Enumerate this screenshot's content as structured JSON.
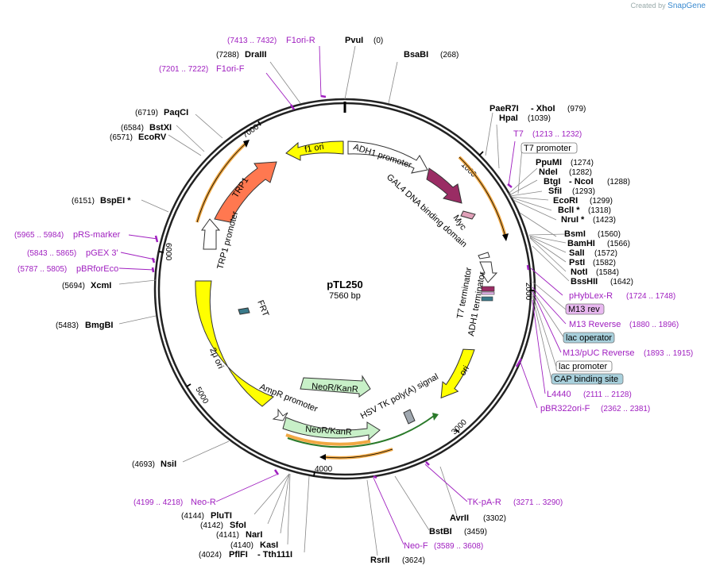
{
  "credit": {
    "prefix": "Created by",
    "brand": "SnapGene"
  },
  "plasmid": {
    "name": "pTL250",
    "length": "7560 bp"
  },
  "ticks": [
    "1000",
    "2000",
    "3000",
    "4000",
    "5000",
    "6000",
    "7000"
  ],
  "enzymes": [
    {
      "name": "PvuI",
      "pos": "(0)"
    },
    {
      "name": "BsaBI",
      "pos": "(268)"
    },
    {
      "name": "PaeR7I",
      "pos": ""
    },
    {
      "name": "- XhoI",
      "pos": "(979)"
    },
    {
      "name": "HpaI",
      "pos": "(1039)"
    },
    {
      "name": "PpuMI",
      "pos": "(1274)"
    },
    {
      "name": "NdeI",
      "pos": "(1282)"
    },
    {
      "name": "BtgI",
      "pos": ""
    },
    {
      "name": "- NcoI",
      "pos": "(1288)"
    },
    {
      "name": "SfiI",
      "pos": "(1293)"
    },
    {
      "name": "EcoRI",
      "pos": "(1299)"
    },
    {
      "name": "BclI *",
      "pos": "(1318)"
    },
    {
      "name": "NruI *",
      "pos": "(1423)"
    },
    {
      "name": "BsmI",
      "pos": "(1560)"
    },
    {
      "name": "BamHI",
      "pos": "(1566)"
    },
    {
      "name": "SalI",
      "pos": "(1572)"
    },
    {
      "name": "PstI",
      "pos": "(1582)"
    },
    {
      "name": "NotI",
      "pos": "(1584)"
    },
    {
      "name": "BssHII",
      "pos": "(1642)"
    },
    {
      "name": "AvrII",
      "pos": "(3302)"
    },
    {
      "name": "BstBI",
      "pos": "(3459)"
    },
    {
      "name": "RsrII",
      "pos": "(3624)"
    },
    {
      "name": "PflFI",
      "pos": "(4024)"
    },
    {
      "name": "- Tth111I",
      "pos": ""
    },
    {
      "name": "KasI",
      "pos": "(4140)"
    },
    {
      "name": "NarI",
      "pos": "(4141)"
    },
    {
      "name": "SfoI",
      "pos": "(4142)"
    },
    {
      "name": "PluTI",
      "pos": "(4144)"
    },
    {
      "name": "NsiI",
      "pos": "(4693)"
    },
    {
      "name": "BmgBI",
      "pos": "(5483)"
    },
    {
      "name": "XcmI",
      "pos": "(5694)"
    },
    {
      "name": "BspEI *",
      "pos": "(6151)"
    },
    {
      "name": "EcoRV",
      "pos": "(6571)"
    },
    {
      "name": "BstXI",
      "pos": "(6584)"
    },
    {
      "name": "PaqCI",
      "pos": "(6719)"
    },
    {
      "name": "DraIII",
      "pos": "(7288)"
    }
  ],
  "primers": [
    {
      "name": "F1ori-R",
      "pos": "(7413 .. 7432)"
    },
    {
      "name": "F1ori-F",
      "pos": "(7201 .. 7222)"
    },
    {
      "name": "T7",
      "pos": "(1213 .. 1232)"
    },
    {
      "name": "pHybLex-R",
      "pos": "(1724 .. 1748)"
    },
    {
      "name": "M13 Reverse",
      "pos": "(1880 .. 1896)"
    },
    {
      "name": "M13/pUC Reverse",
      "pos": "(1893 .. 1915)"
    },
    {
      "name": "L4440",
      "pos": "(2111 .. 2128)"
    },
    {
      "name": "pBR322ori-F",
      "pos": "(2362 .. 2381)"
    },
    {
      "name": "TK-pA-R",
      "pos": "(3271 .. 3290)"
    },
    {
      "name": "Neo-F",
      "pos": "(3589 .. 3608)"
    },
    {
      "name": "Neo-R",
      "pos": "(4199 .. 4218)"
    },
    {
      "name": "pRS-marker",
      "pos": "(5965 .. 5984)"
    },
    {
      "name": "pGEX 3'",
      "pos": "(5843 .. 5865)"
    },
    {
      "name": "pBRforEco",
      "pos": "(5787 .. 5805)"
    }
  ],
  "boxed_features": [
    {
      "name": "T7 promoter",
      "fill": "#ffffff"
    },
    {
      "name": "M13 rev",
      "fill": "#e8b8f0"
    },
    {
      "name": "lac operator",
      "fill": "#a8d0dc"
    },
    {
      "name": "lac promoter",
      "fill": "#ffffff"
    },
    {
      "name": "CAP binding site",
      "fill": "#a8d0dc"
    }
  ],
  "features": [
    {
      "name": "f1 ori",
      "color": "#ffff00"
    },
    {
      "name": "ADH1 promoter",
      "color": "#ffffff"
    },
    {
      "name": "GAL4 DNA binding domain",
      "color": "#9a2c64"
    },
    {
      "name": "Myc",
      "color": "#e0a0b8"
    },
    {
      "name": "T7 terminator",
      "color": "#ffffff"
    },
    {
      "name": "ADH1 terminator",
      "color": "#ffffff"
    },
    {
      "name": "ori",
      "color": "#ffff00"
    },
    {
      "name": "HSV TK poly(A) signal",
      "color": "#a0a8b0"
    },
    {
      "name": "NeoR/KanR",
      "color": "#c8f0c8"
    },
    {
      "name": "AmpR promoter",
      "color": "#ffffff"
    },
    {
      "name": "2μ ori",
      "color": "#ffff00"
    },
    {
      "name": "FRT",
      "color": "#3a7a8a"
    },
    {
      "name": "TRP1 promoter",
      "color": "#ffffff"
    },
    {
      "name": "TRP1",
      "color": "#ff7850"
    }
  ],
  "colors": {
    "primer": "#a020c0",
    "orf": "#f0a030",
    "backbone": "#222222"
  }
}
